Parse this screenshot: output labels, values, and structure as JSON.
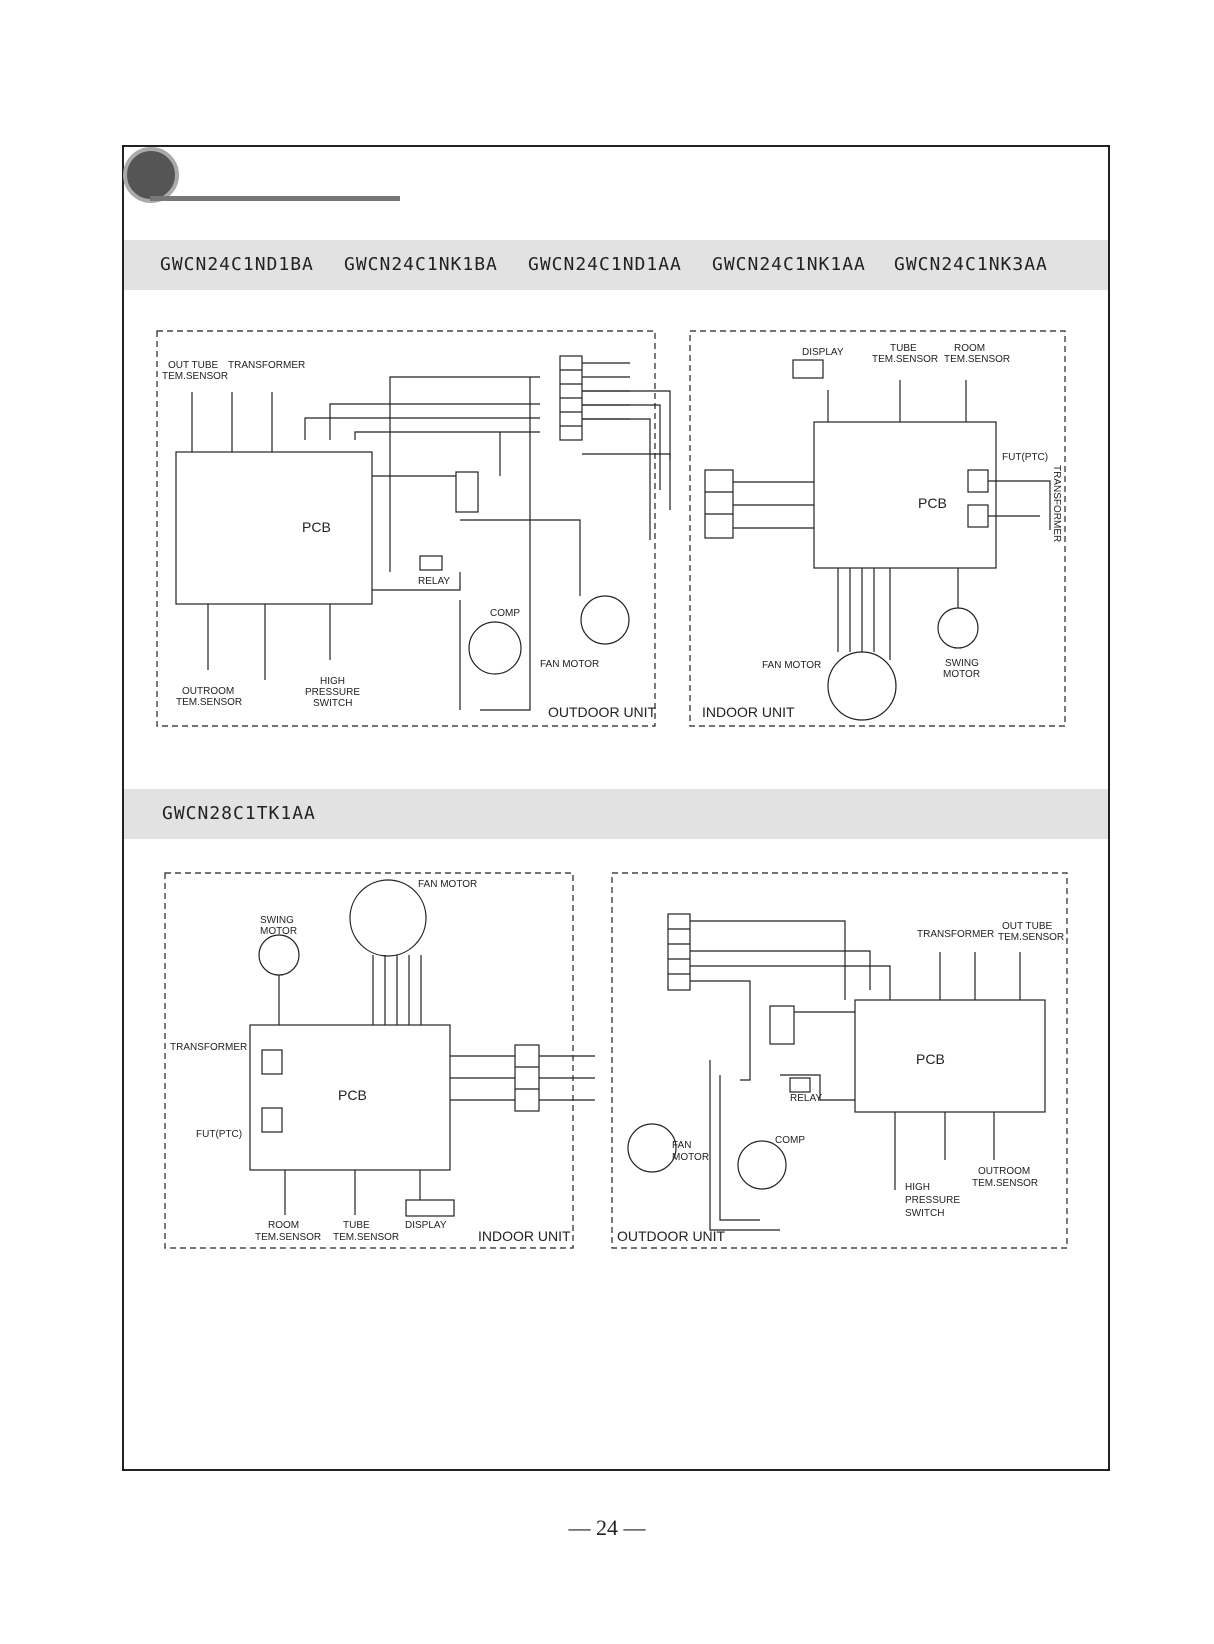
{
  "models_row1": [
    "GWCN24C1ND1BA",
    "GWCN24C1NK1BA",
    "GWCN24C1ND1AA",
    "GWCN24C1NK1AA",
    "GWCN24C1NK3AA"
  ],
  "model_row2": "GWCN28C1TK1AA",
  "page_number": "— 24 —",
  "diagram1": {
    "outdoor_unit": "OUTDOOR UNIT",
    "indoor_unit": "INDOOR UNIT",
    "pcb_outdoor": "PCB",
    "pcb_indoor": "PCB",
    "out_tube_sensor": "OUT TUBE",
    "out_tube_sensor2": "TEM.SENSOR",
    "transformer": "TRANSFORMER",
    "outroom_sensor": "OUTROOM",
    "outroom_sensor2": "TEM.SENSOR",
    "high_pressure": "HIGH",
    "high_pressure2": "PRESSURE",
    "high_pressure3": "SWITCH",
    "relay": "RELAY",
    "comp": "COMP",
    "fan_motor": "FAN MOTOR",
    "display": "DISPLAY",
    "tube_sensor": "TUBE",
    "tube_sensor2": "TEM.SENSOR",
    "room_sensor": "ROOM",
    "room_sensor2": "TEM.SENSOR",
    "fut": "FUT(PTC)",
    "swing_motor": "SWING",
    "swing_motor2": "MOTOR",
    "transformer_v": "TRANSFORMER"
  },
  "diagram2": {
    "outdoor_unit": "OUTDOOR UNIT",
    "indoor_unit": "INDOOR UNIT",
    "pcb_outdoor": "PCB",
    "pcb_indoor": "PCB",
    "fan_motor": "FAN MOTOR",
    "swing_motor": "SWING",
    "swing_motor2": "MOTOR",
    "transformer_in": "TRANSFORMER",
    "fut": "FUT(PTC)",
    "room_sensor": "ROOM",
    "room_sensor2": "TEM.SENSOR",
    "tube_sensor": "TUBE",
    "tube_sensor2": "TEM.SENSOR",
    "display": "DISPLAY",
    "transformer_out": "TRANSFORMER",
    "out_tube_sensor": "OUT TUBE",
    "out_tube_sensor2": "TEM.SENSOR",
    "relay": "RELAY",
    "comp": "COMP",
    "fan_motor_out": "FAN",
    "fan_motor_out2": "MOTOR",
    "high_pressure": "HIGH",
    "high_pressure2": "PRESSURE",
    "high_pressure3": "SWITCH",
    "outroom_sensor": "OUTROOM",
    "outroom_sensor2": "TEM.SENSOR"
  }
}
